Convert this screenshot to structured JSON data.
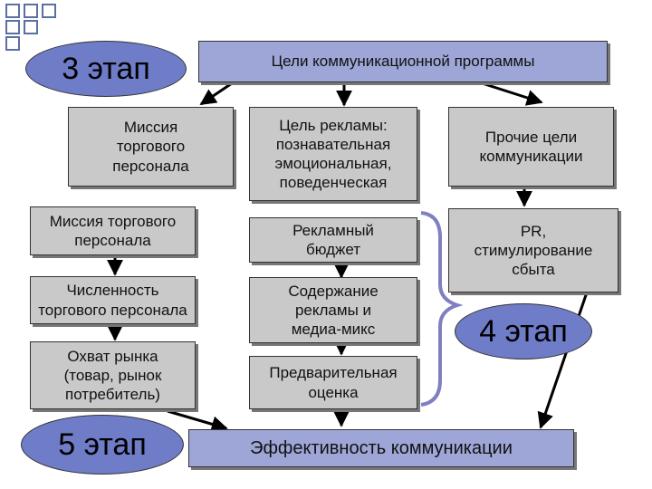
{
  "stages": {
    "stage3": "3 этап",
    "stage4": "4 этап",
    "stage5": "5 этап"
  },
  "nodes": {
    "goals": "Цели коммуникационной программы",
    "mission_sales_top": "Миссия торгового персонала",
    "ad_goal": "Цель рекламы: познавательная эмоциональная, поведенческая",
    "other_goals": "Прочие цели коммуникации",
    "mission_sales": "Миссия торгового персонала",
    "ad_budget": "Рекламный бюджет",
    "pr": "PR, стимулирование сбыта",
    "sales_size": "Численность торгового персонала",
    "ad_content": "Содержание рекламы и медиа-микс",
    "market": "Охват рынка (товар, рынок потребитель)",
    "pre_eval": "Предварительная оценка",
    "effectiveness": "Эффективность коммуникации"
  },
  "colors": {
    "box_gray": "#c9c9c9",
    "box_blue": "#9da6d6",
    "stage_oval": "#6f7cc7",
    "brace": "#8080c0",
    "deco_squares": "#5b6fa3"
  }
}
